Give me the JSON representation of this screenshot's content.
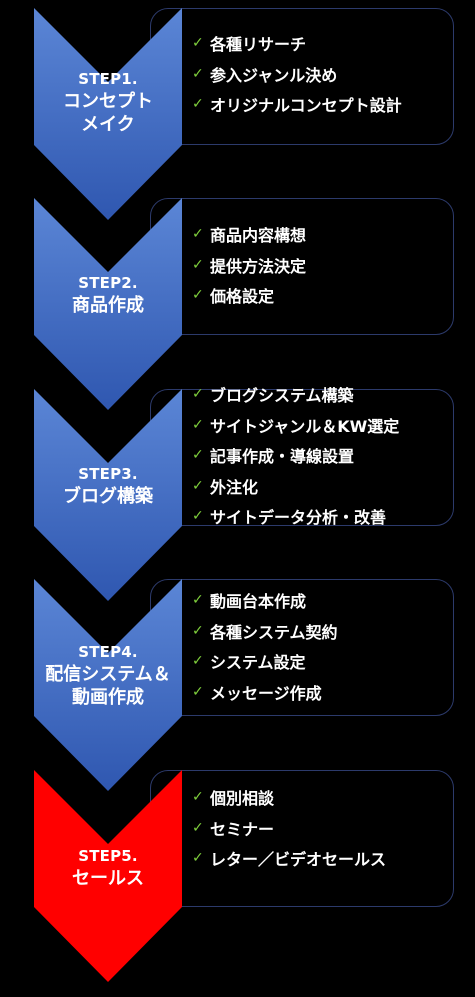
{
  "colors": {
    "blue_top": "#5b86d6",
    "blue_bottom": "#2f57b0",
    "red": "#ff0000",
    "check": "#7fcf3c",
    "panel_border": "#2c3a6b"
  },
  "check_icon": "check-icon",
  "steps": [
    {
      "num": "STEP1.",
      "title_lines": [
        "コンセプト",
        "メイク"
      ],
      "items": [
        "各種リサーチ",
        "参入ジャンル決め",
        "オリジナルコンセプト設計"
      ]
    },
    {
      "num": "STEP2.",
      "title_lines": [
        "商品作成"
      ],
      "items": [
        "商品内容構想",
        "提供方法決定",
        "価格設定"
      ]
    },
    {
      "num": "STEP3.",
      "title_lines": [
        "ブログ構築"
      ],
      "items": [
        "ブログシステム構築",
        "サイトジャンル＆KW選定",
        "記事作成・導線設置",
        "外注化",
        "サイトデータ分析・改善"
      ]
    },
    {
      "num": "STEP4.",
      "title_lines": [
        "配信システム＆",
        "動画作成"
      ],
      "items": [
        "動画台本作成",
        "各種システム契約",
        "システム設定",
        "メッセージ作成"
      ]
    },
    {
      "num": "STEP5.",
      "title_lines": [
        "セールス"
      ],
      "items": [
        "個別相談",
        "セミナー",
        "レター／ビデオセールス"
      ]
    }
  ]
}
